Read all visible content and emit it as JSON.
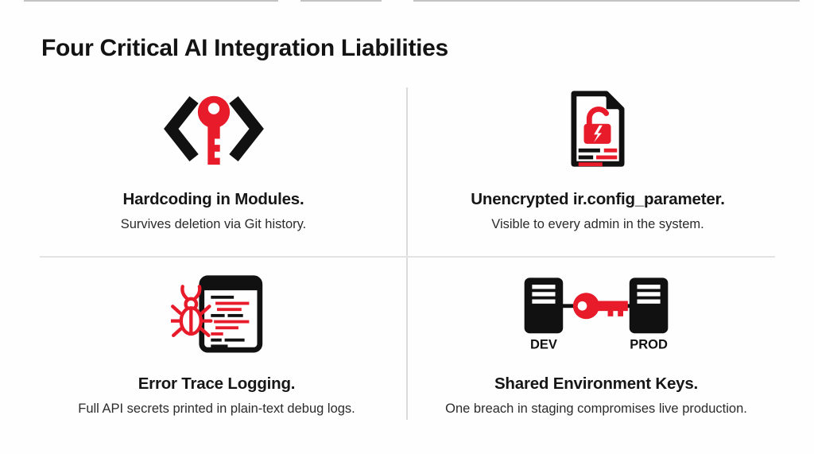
{
  "slide": {
    "title": "Four Critical AI Integration Liabilities"
  },
  "quadrants": [
    {
      "icon": "code-key-icon",
      "heading": "Hardcoding in Modules.",
      "subtitle": "Survives deletion via Git history."
    },
    {
      "icon": "unlocked-document-icon",
      "heading": "Unencrypted ir.config_parameter.",
      "subtitle": "Visible to every admin in the system."
    },
    {
      "icon": "bug-log-window-icon",
      "heading": "Error Trace Logging.",
      "subtitle": "Full API secrets printed in plain-text debug logs."
    },
    {
      "icon": "server-key-link-icon",
      "heading": "Shared Environment Keys.",
      "subtitle": "One breach in staging compromises live production.",
      "icon_labels": [
        "DEV",
        "PROD"
      ]
    }
  ],
  "colors": {
    "accent_red": "#e81b2b",
    "icon_black": "#111111",
    "divider": "#dcdcdc",
    "heading_text": "#161616",
    "subtitle_text": "#2b2b2b"
  }
}
